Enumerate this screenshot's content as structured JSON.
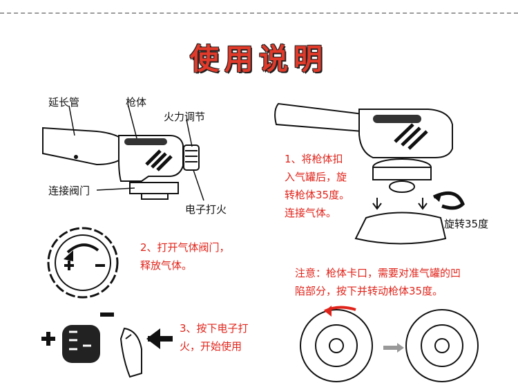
{
  "title": "使用说明",
  "labels": {
    "extension_tube": "延长管",
    "gun_body": "枪体",
    "flame_adjust": "火力调节",
    "connect_valve": "连接阀门",
    "electronic_ignition": "电子打火",
    "rotate": "旋转35度"
  },
  "steps": {
    "step1": [
      "1、将枪体扣",
      "入气罐后，旋",
      "转枪体35度。",
      "连接气体。"
    ],
    "step2": [
      "2、打开气体阀门，",
      "释放气体。"
    ],
    "step3": [
      "3、按下电子打",
      "火，开始使用"
    ],
    "note": [
      "注意：枪体卡口，需要对准气罐的凹",
      "陷部分，按下并转动枪体35度。"
    ]
  },
  "colors": {
    "accent_red": "#e0231a",
    "title_red": "#e23a2a",
    "ink": "#111111"
  }
}
